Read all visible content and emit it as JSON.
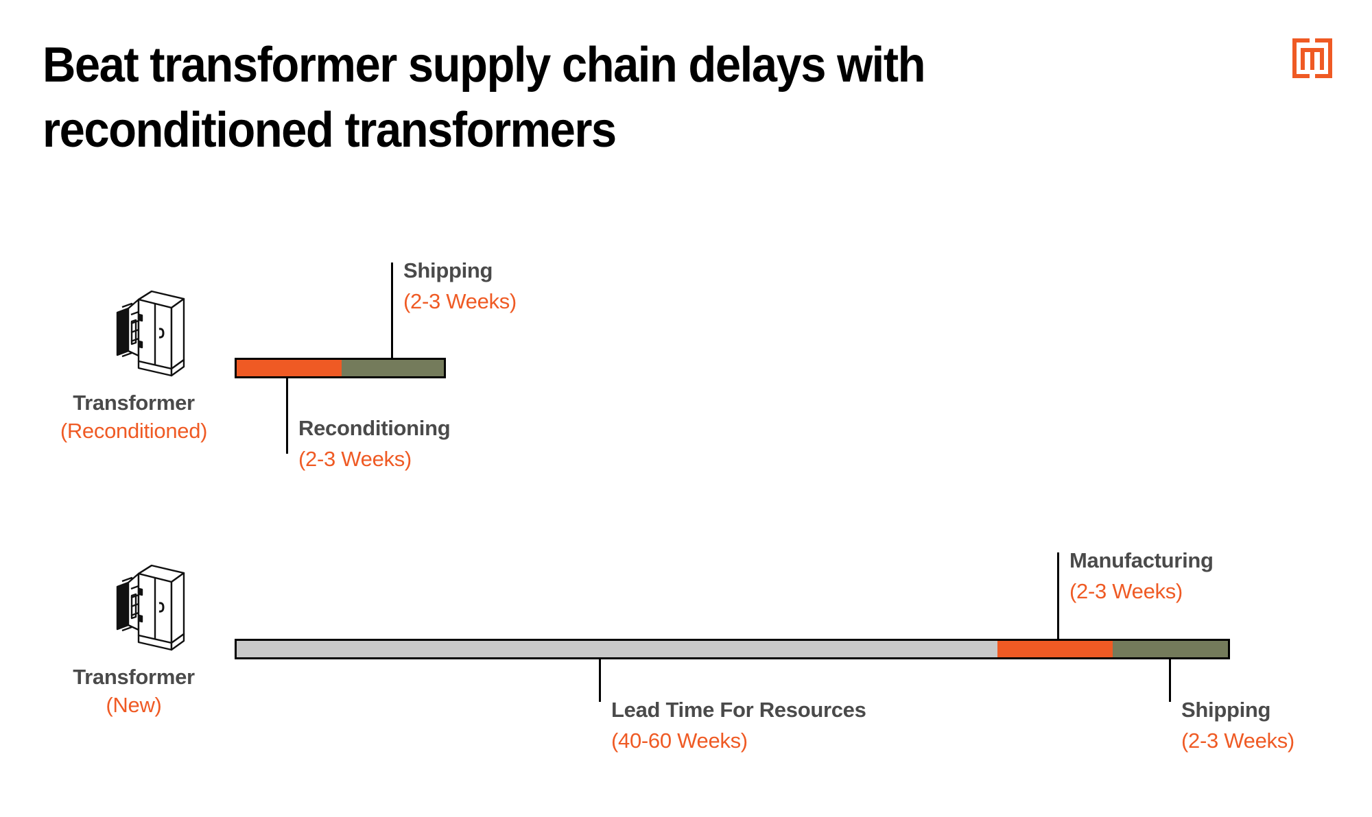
{
  "header": {
    "title_line1": "Beat transformer supply chain delays with",
    "title_line2": "reconditioned transformers",
    "logo_name": "m-bracket-logo"
  },
  "colors": {
    "orange": "#EF5A24",
    "olive": "#747B5B",
    "gray": "#C9C9C9",
    "text_gray": "#4A4A4A",
    "outline": "#000000",
    "background": "#FFFFFF"
  },
  "chart_data": {
    "type": "bar",
    "title": "Beat transformer supply chain delays with reconditioned transformers",
    "orientation": "horizontal",
    "stacked": true,
    "unit": "Weeks",
    "categories": [
      "Transformer (Reconditioned)",
      "Transformer (New)"
    ],
    "series": [
      {
        "name": "Lead Time For Resources",
        "color": "#C9C9C9",
        "values": [
          0,
          50
        ]
      },
      {
        "name": "Reconditioning",
        "color": "#EF5A24",
        "values": [
          2.5,
          0
        ]
      },
      {
        "name": "Manufacturing",
        "color": "#EF5A24",
        "values": [
          0,
          2.5
        ]
      },
      {
        "name": "Shipping",
        "color": "#747B5B",
        "values": [
          2.5,
          2.5
        ]
      }
    ],
    "legend": "none",
    "grid": false,
    "xlabel": "",
    "ylabel": ""
  },
  "rows": [
    {
      "id": "reconditioned",
      "caption_main": "Transformer",
      "caption_sub": "(Reconditioned)",
      "icon_name": "transformer-cabinet-icon",
      "segments": [
        {
          "name": "reconditioning",
          "label": "Reconditioning",
          "duration": "(2-3 Weeks)",
          "color": "#EF5A24"
        },
        {
          "name": "shipping",
          "label": "Shipping",
          "duration": "(2-3 Weeks)",
          "color": "#747B5B"
        }
      ],
      "callouts": [
        {
          "name": "shipping",
          "label": "Shipping",
          "duration": "(2-3 Weeks)"
        },
        {
          "name": "reconditioning",
          "label": "Reconditioning",
          "duration": "(2-3 Weeks)"
        }
      ]
    },
    {
      "id": "new",
      "caption_main": "Transformer",
      "caption_sub": "(New)",
      "icon_name": "transformer-cabinet-icon",
      "segments": [
        {
          "name": "lead-time",
          "label": "Lead Time For Resources",
          "duration": "(40-60 Weeks)",
          "color": "#C9C9C9"
        },
        {
          "name": "manufacturing",
          "label": "Manufacturing",
          "duration": "(2-3 Weeks)",
          "color": "#EF5A24"
        },
        {
          "name": "shipping",
          "label": "Shipping",
          "duration": "(2-3 Weeks)",
          "color": "#747B5B"
        }
      ],
      "callouts": [
        {
          "name": "manufacturing",
          "label": "Manufacturing",
          "duration": "(2-3 Weeks)"
        },
        {
          "name": "lead-time",
          "label": "Lead Time For Resources",
          "duration": "(40-60 Weeks)"
        },
        {
          "name": "shipping",
          "label": "Shipping",
          "duration": "(2-3 Weeks)"
        }
      ]
    }
  ]
}
